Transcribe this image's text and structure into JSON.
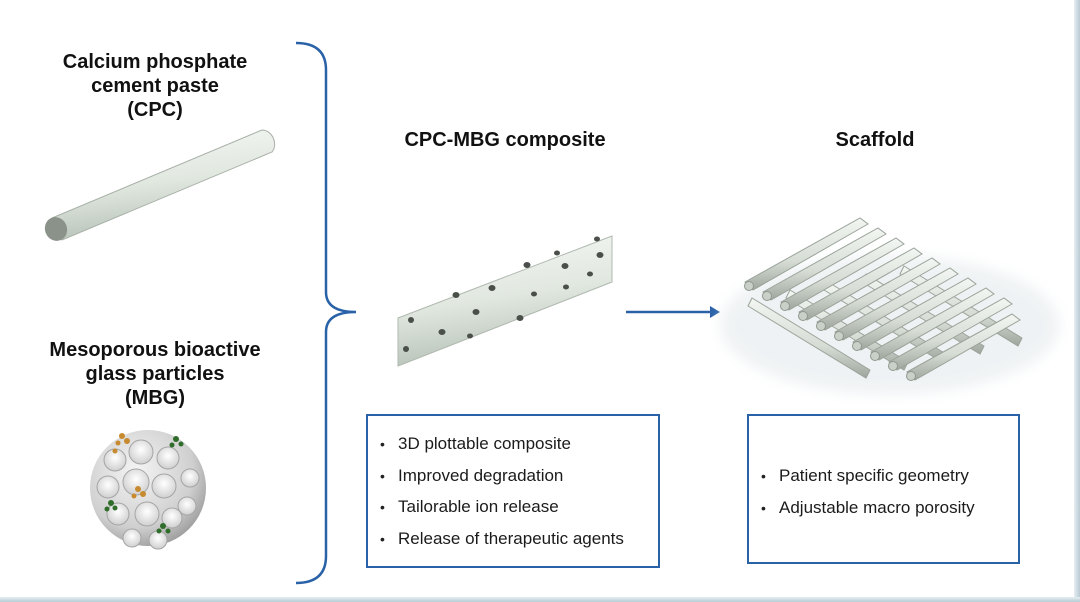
{
  "inputs": {
    "cpc": {
      "title_lines": [
        "Calcium phosphate",
        "cement paste",
        "(CPC)"
      ]
    },
    "mbg": {
      "title_lines": [
        "Mesoporous bioactive",
        "glass particles",
        "(MBG)"
      ]
    }
  },
  "composite": {
    "title": "CPC-MBG composite",
    "bullets": [
      "3D plottable composite",
      "Improved degradation",
      "Tailorable ion release",
      "Release of therapeutic agents"
    ]
  },
  "scaffold": {
    "title": "Scaffold",
    "bullets": [
      "Patient specific geometry",
      "Adjustable macro porosity"
    ]
  },
  "colors": {
    "accent_blue": "#2a62a8",
    "strand_fill": "#e4ebe4",
    "strand_shadow": "#9fa8a0",
    "text": "#111111"
  },
  "icons": {
    "bullet_glyph": "•"
  }
}
